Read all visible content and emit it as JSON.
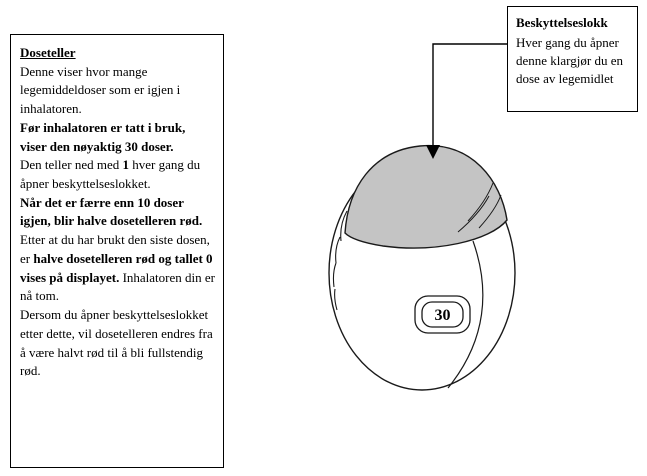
{
  "left_box": {
    "title": "Doseteller",
    "paragraphs": [
      [
        "Denne viser hvor mange legemiddeldoser som er igjen i inhalatoren."
      ],
      [
        "Før inhalatoren er tatt i bruk, viser den nøyaktig 30 doser."
      ],
      [
        "Den teller ned med ",
        "1",
        " hver gang du åpner beskyttelseslokket."
      ],
      [
        "Når det er færre enn 10 doser igjen, blir halve dosetelleren rød."
      ],
      [
        "Etter at du har brukt den siste dosen, er ",
        "halve dosetelleren rød og tallet 0 vises på displayet.",
        " Inhalatoren din er nå tom."
      ],
      [
        "Dersom du åpner beskyttelseslokket etter dette, vil dosetelleren endres fra å være halvt rød til å bli fullstendig rød."
      ]
    ]
  },
  "callout": {
    "title": "Beskyttelseslokk",
    "body": "Hver gang du åpner denne klargjør du en dose av legemidlet"
  },
  "inhaler": {
    "counter": "30"
  },
  "colors": {
    "cap_fill": "#c4c4c4"
  }
}
